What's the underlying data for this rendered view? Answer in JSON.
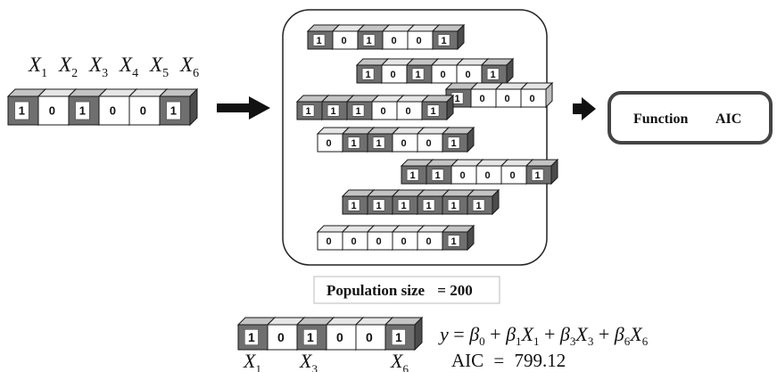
{
  "input_chromosome": {
    "var_labels": [
      {
        "base": "X",
        "sub": "1"
      },
      {
        "base": "X",
        "sub": "2"
      },
      {
        "base": "X",
        "sub": "3"
      },
      {
        "base": "X",
        "sub": "4"
      },
      {
        "base": "X",
        "sub": "5"
      },
      {
        "base": "X",
        "sub": "6"
      }
    ],
    "bits": [
      "1",
      "0",
      "1",
      "0",
      "0",
      "1"
    ]
  },
  "population": {
    "rows": [
      {
        "bits": [
          "1",
          "0",
          "1",
          "0",
          "0",
          "1"
        ]
      },
      {
        "bits": [
          "1",
          "0",
          "1",
          "0",
          "0",
          "1"
        ]
      },
      {
        "bits": [
          "1",
          "0",
          "0",
          "0"
        ]
      },
      {
        "bits": [
          "1",
          "1",
          "1",
          "0",
          "0",
          "1"
        ]
      },
      {
        "bits": [
          "0",
          "1",
          "1",
          "0",
          "0",
          "1"
        ]
      },
      {
        "bits": [
          "1",
          "1",
          "0",
          "0",
          "0",
          "1"
        ]
      },
      {
        "bits": [
          "1",
          "1",
          "1",
          "1",
          "1",
          "1"
        ]
      },
      {
        "bits": [
          "0",
          "0",
          "0",
          "0",
          "0",
          "1"
        ]
      }
    ],
    "size_label": "Population size",
    "size_eq": "= 200"
  },
  "function_box": {
    "label1": "Function",
    "label2": "AIC"
  },
  "result": {
    "bits": [
      "1",
      "0",
      "1",
      "0",
      "0",
      "1"
    ],
    "selected_labels": [
      {
        "base": "X",
        "sub": "1"
      },
      {
        "base": "X",
        "sub": "3"
      },
      {
        "base": "X",
        "sub": "6"
      }
    ],
    "equation": {
      "lhs": "y",
      "terms": [
        {
          "coef_sub": "0",
          "var_sub": ""
        },
        {
          "coef_sub": "1",
          "var_sub": "1"
        },
        {
          "coef_sub": "3",
          "var_sub": "3"
        },
        {
          "coef_sub": "6",
          "var_sub": "6"
        }
      ]
    },
    "aic_label": "AIC",
    "aic_value": "799.12"
  },
  "colors": {
    "one_front": "#6f6f6f",
    "one_top": "#c4c4c4",
    "one_side": "#4c4c4c",
    "zero_front": "#ffffff",
    "zero_top": "#e6e6e6",
    "zero_side": "#bdbdbd",
    "outline": "#1a1a1a"
  }
}
